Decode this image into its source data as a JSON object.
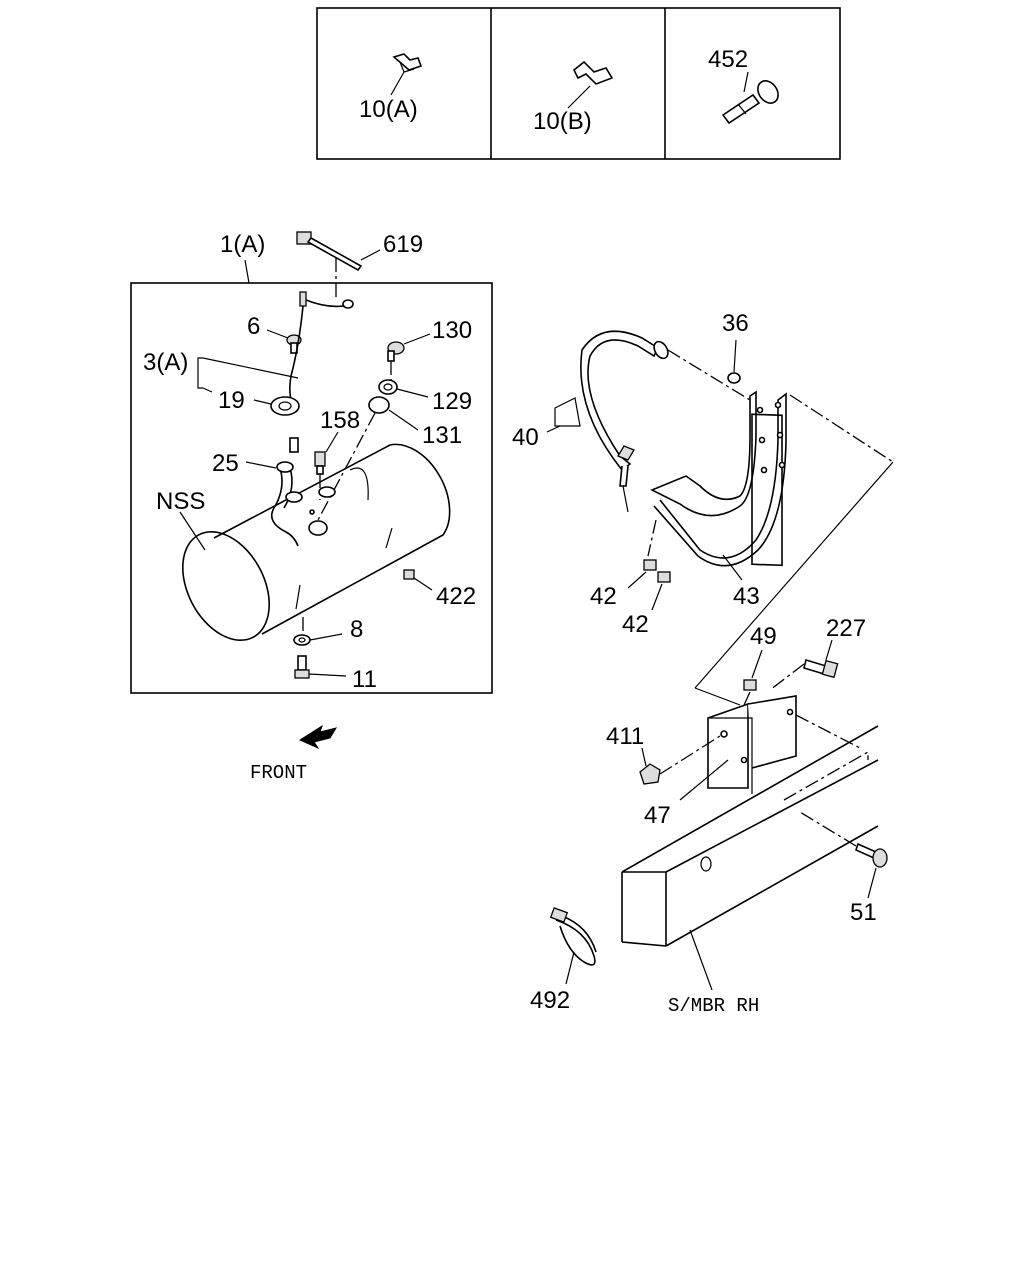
{
  "inset": {
    "items": [
      {
        "label": "10(A)"
      },
      {
        "label": "10(B)"
      },
      {
        "label": "452"
      }
    ]
  },
  "assembly": {
    "label": "1(A)",
    "callouts": {
      "p619": "619",
      "p6": "6",
      "p130": "130",
      "p3a": "3(A)",
      "p19": "19",
      "p129": "129",
      "p158": "158",
      "p131": "131",
      "p25": "25",
      "nss": "NSS",
      "p422": "422",
      "p8": "8",
      "p11": "11"
    }
  },
  "direction": {
    "label": "FRONT"
  },
  "bracket": {
    "callouts": {
      "p36": "36",
      "p40": "40",
      "p42a": "42",
      "p42b": "42",
      "p43": "43",
      "p49": "49",
      "p227": "227",
      "p411": "411",
      "p47": "47",
      "p51": "51",
      "p492": "492",
      "frame": "S/MBR RH"
    }
  }
}
